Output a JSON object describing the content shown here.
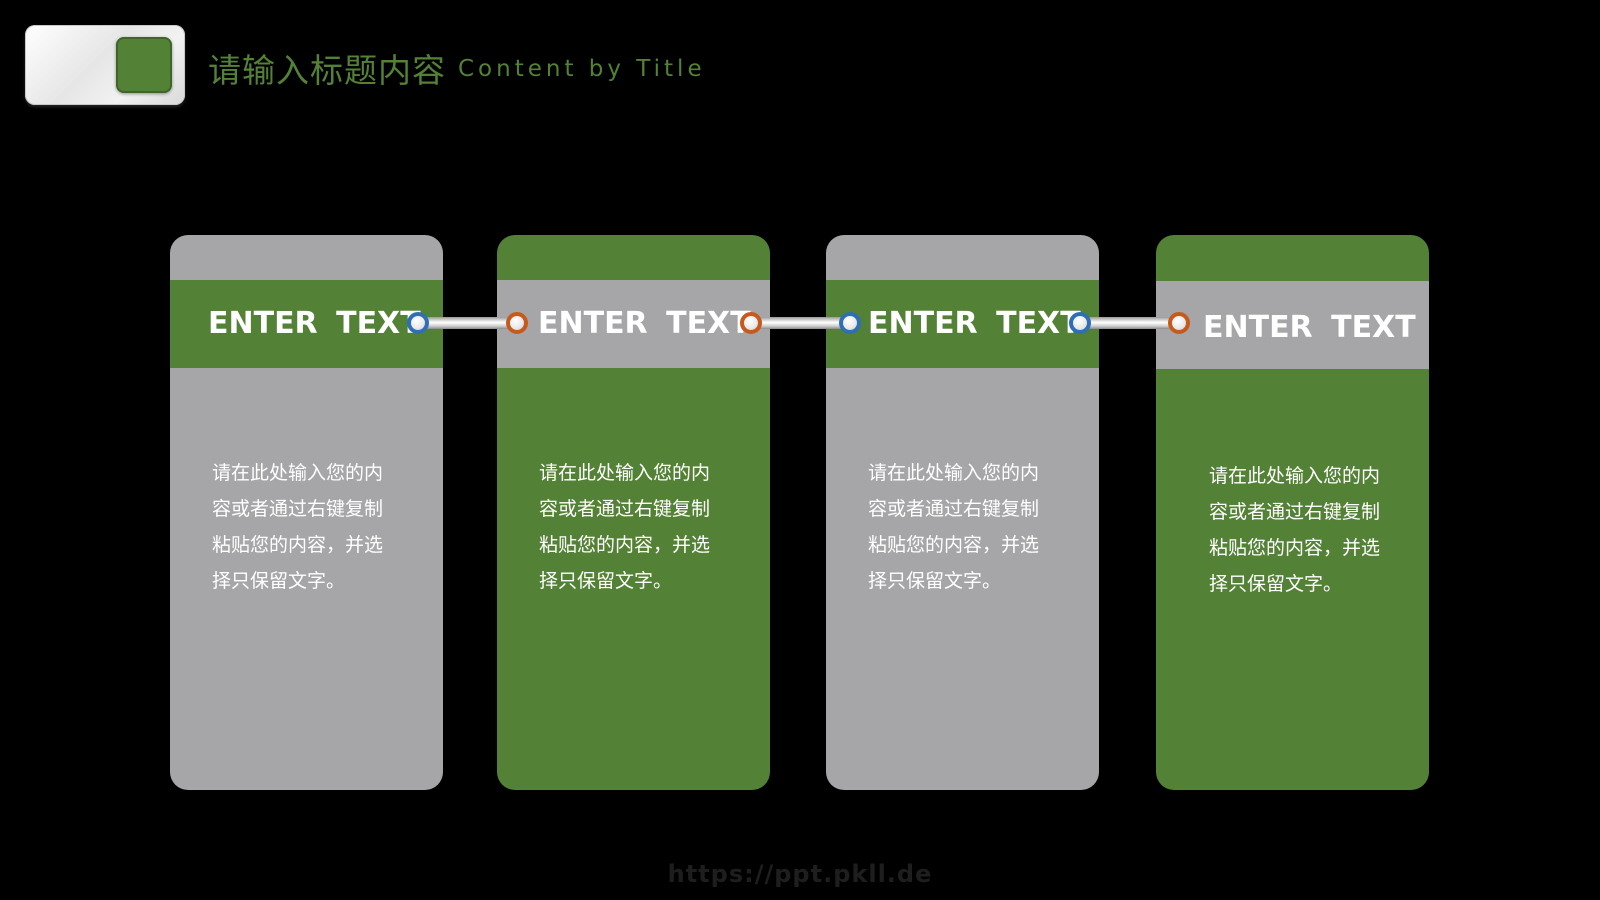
{
  "header": {
    "title_cn": "请输入标题内容",
    "title_en": "Content by Title"
  },
  "colors": {
    "background": "#000000",
    "green": "#538135",
    "gray": "#a6a5a8",
    "node_blue": "#2f6fb5",
    "node_orange": "#c55a1c"
  },
  "cards": [
    {
      "heading": "ENTER  TEXT",
      "lines": [
        "请在此处输入您的内",
        "容或者通过右键复制",
        "粘贴您的内容，并选",
        "择只保留文字。"
      ]
    },
    {
      "heading": "ENTER  TEXT",
      "lines": [
        "请在此处输入您的内",
        "容或者通过右键复制",
        "粘贴您的内容，并选",
        "择只保留文字。"
      ]
    },
    {
      "heading": "ENTER  TEXT",
      "lines": [
        "请在此处输入您的内",
        "容或者通过右键复制",
        "粘贴您的内容，并选",
        "择只保留文字。"
      ]
    },
    {
      "heading": "ENTER  TEXT",
      "lines": [
        "请在此处输入您的内",
        "容或者通过右键复制",
        "粘贴您的内容，并选",
        "择只保留文字。"
      ]
    }
  ],
  "watermark": "https://ppt.pkll.de"
}
